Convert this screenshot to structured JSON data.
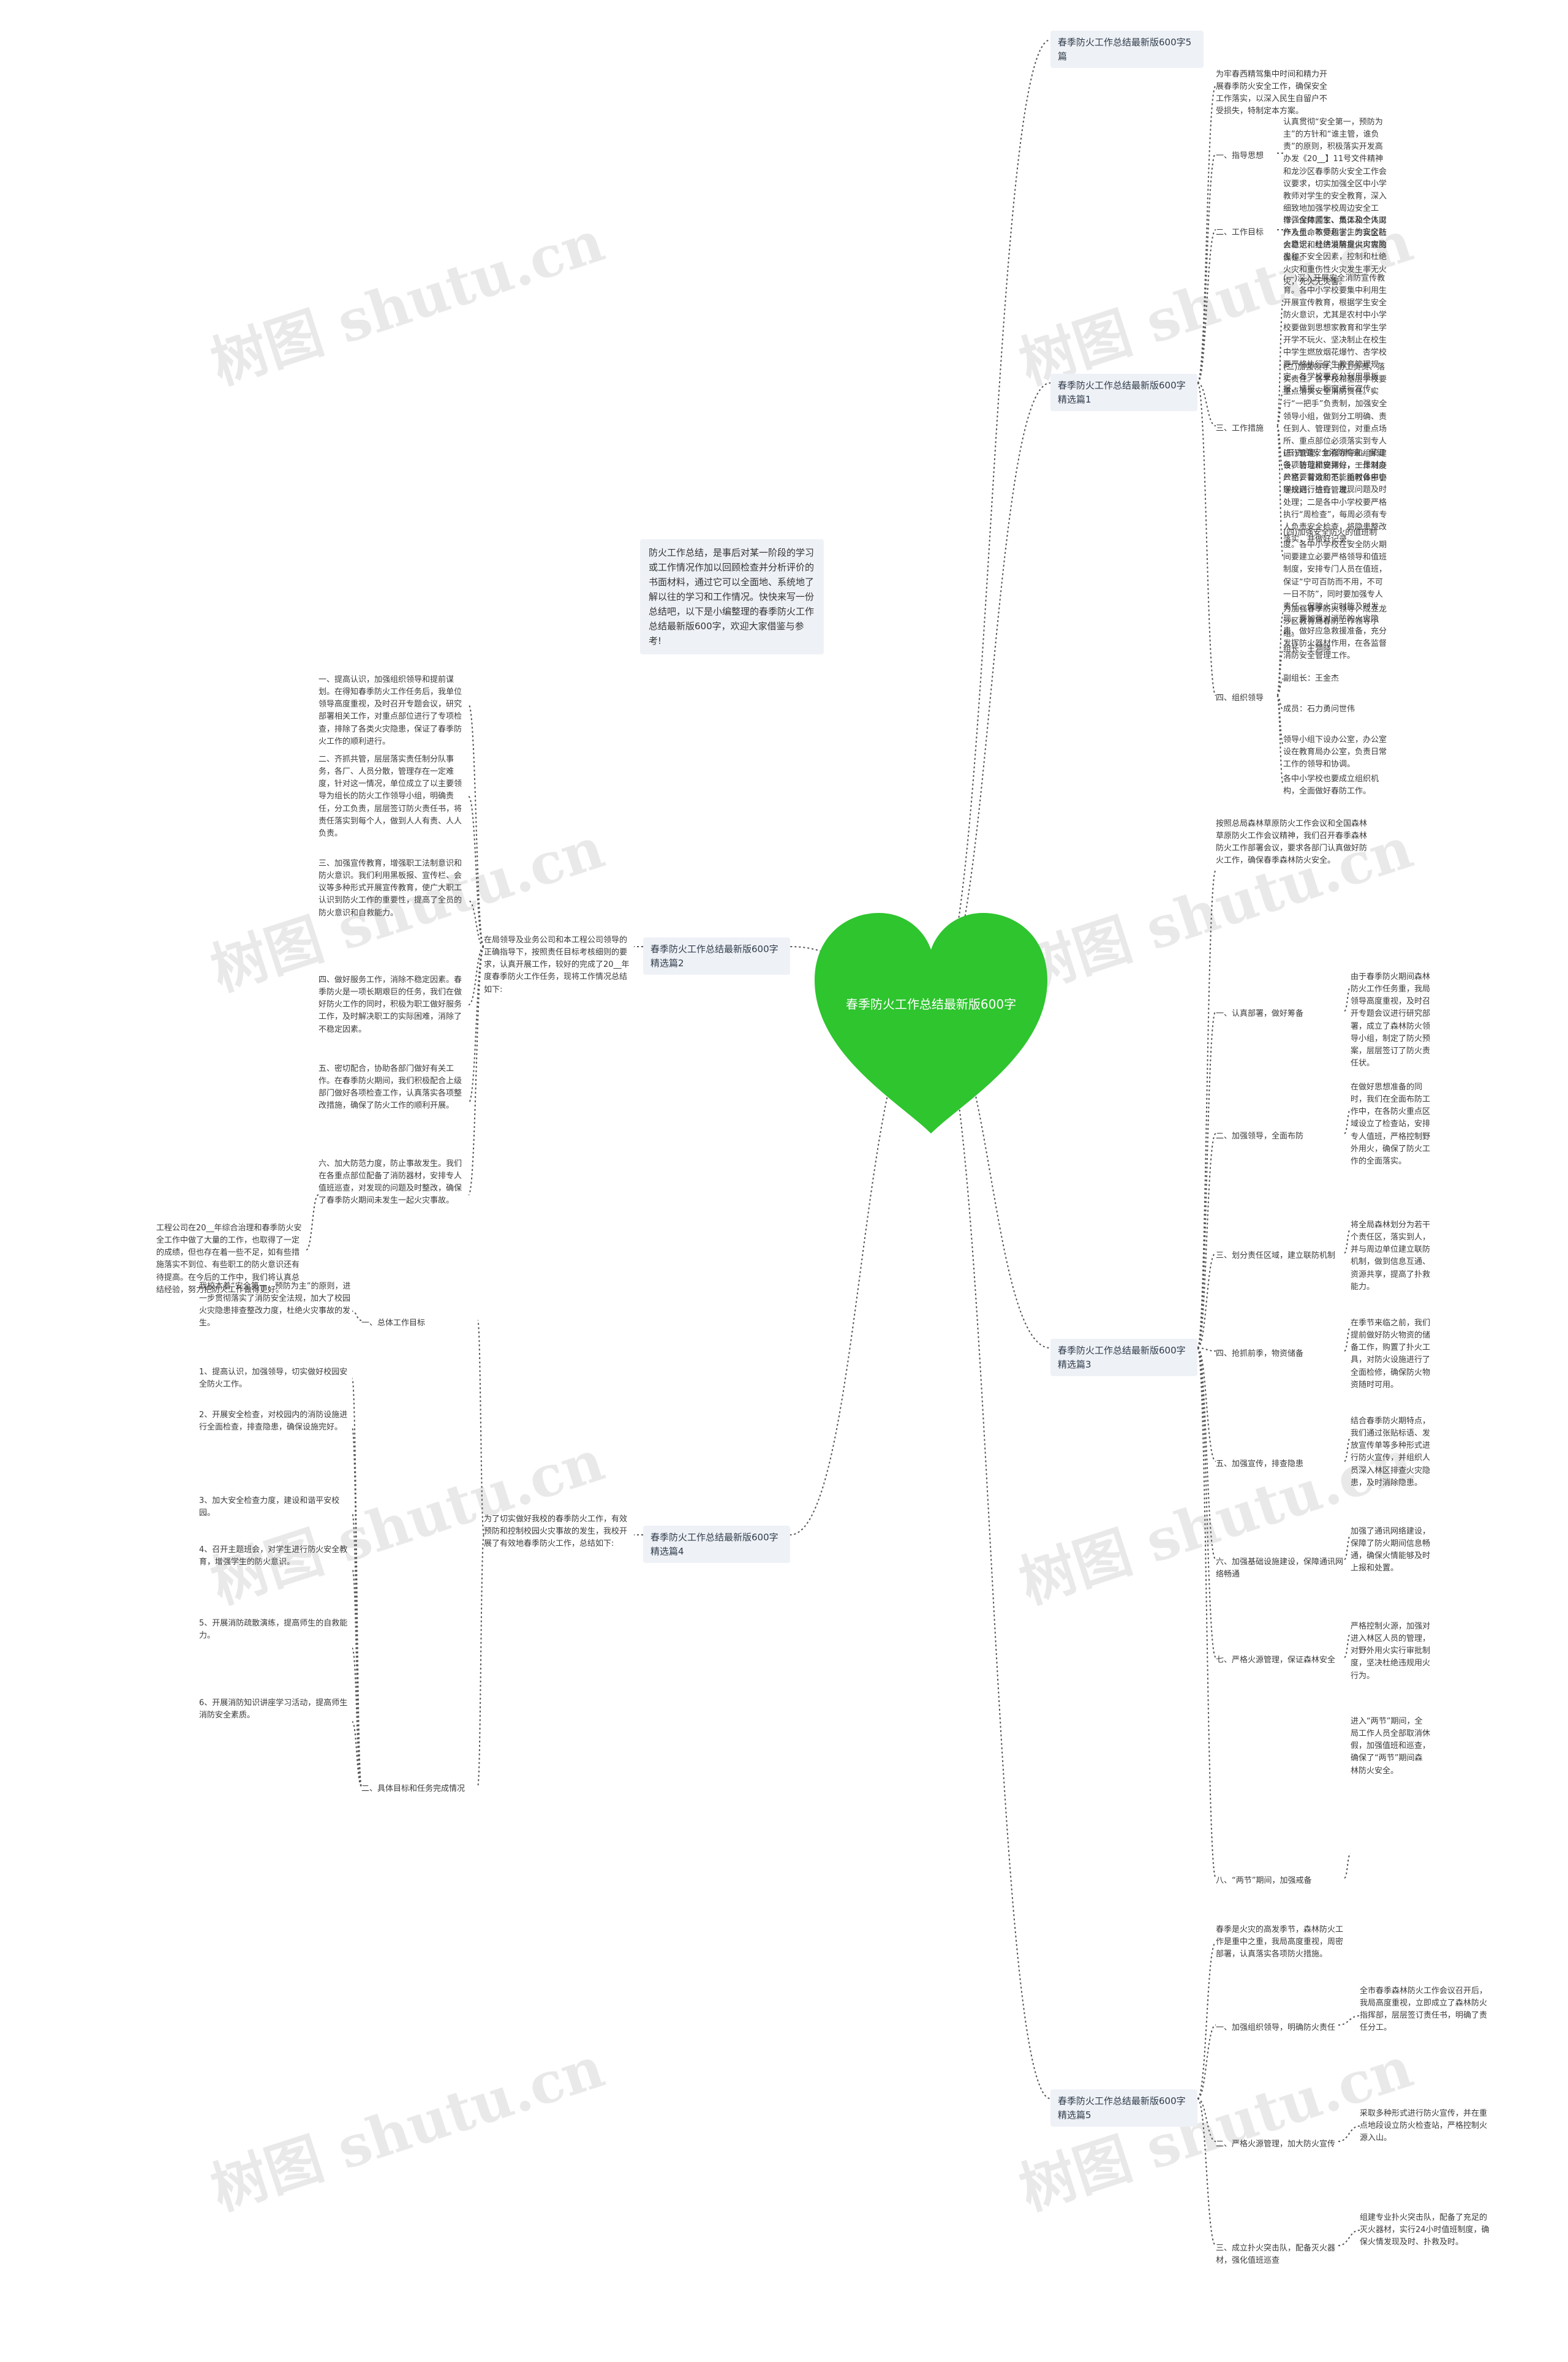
{
  "center": {
    "title": "春季防火工作总结最新版600字",
    "color": "#2ec52e"
  },
  "intro": "防火工作总结，是事后对某一阶段的学习或工作情况作加以回顾检查并分析评价的书面材料，通过它可以全面地、系统地了解以往的学习和工作情况。快快来写一份总结吧，以下是小编整理的春季防火工作总结最新版600字，欢迎大家借鉴与参考!",
  "watermark": "树图 shutu.cn",
  "branches": [
    {
      "title": "春季防火工作总结最新版600字5篇",
      "children": []
    },
    {
      "title": "春季防火工作总结最新版600字精选篇1",
      "lead": "为牢春西精驾集中时间和精力开展春季防火安全工作，确保安全工作落实，以深入民生自留户不受损失，特制定本方案。",
      "children": [
        {
          "label": "一、指导思想",
          "text": "认真贯彻“安全第一，预防为主”的方针和“谁主管，谁负责”的原则，积极落实开发高办发《20__】11号文件精神和龙沙区春季防火安全工作会议要求，切实加强全区中小学教师对学生的安全教育，深入细致地加强学校周边安全工作，保障国家、集体和个人财产及生命不受危害，为我区社会稳定和经济发展提供可靠的保证。"
        },
        {
          "label": "二、工作目标",
          "text": "增强全体师生、员工及全体工作人员、教师和学生的安全防火意识，杜绝消防意火火灾隐患和不安全因素，控制和杜绝火灾和重伤性火灾发生率无火灾，死火无灾害。"
        },
        {
          "label": "三、工作措施",
          "items": [
            "(一)深入开展安全消防宣传教育。各中小学校要集中利用生开展宣传教育，根据学生安全防火意识，尤其是农村中小学校要做到思想家教育和学生学开学不玩火、坚决制止在校生中学生燃放烟花爆竹、杏学校要严格执行学生教育管理规定。各学校要充分利用黑板报、墙报、橱窗进行宣传。",
            "(二)加强领导、协工负责、落实责任。各学校和基层学校要重点落实安全消防责任。实行“一把手”负责制，加强安全领导小组，做到分工明确、责任到人、管理到位，对重点场所、重点部位必须落实到专人进行管理；加强领导和组织建设，管理和安排好，工作制度严格，有效防范；由教体部管理规则，进行管理。",
            "(三)加强安全消防检查。保证各项防范措施到位，一是对办公室要营造和不能随时各中小学校进行检查，发现问题及时处理；二是各中小学校要严格执行“周检查”，每周必须有专人负责安全检查，将隐患整改落实，并做好记录。",
            "(四)加强安全防火的值班制度。各中小学校在安全防火期间要建立必要严格领导和值班制度，安排专门人员在值班，保证“宁可百防而不用，不可一日不防”，同时要加强专人责任，保障火灾时能及时发现，要加强对消防的火灾隐患、做好应急救援准备，充分发挥防火器材作用，在各监督消防安全管理工作。"
          ]
        },
        {
          "label": "四、组织领导",
          "items": [
            "为加强春季防火领导，成立龙沙区教育局春防工作领导小组。",
            "组长：王洞晓",
            "副组长：王金杰",
            "成员：石力勇问世伟",
            "领导小组下设办公室，办公室设在教育局办公室，负责日常工作的领导和协调。",
            "各中小学校也要成立组织机构，全面做好春防工作。"
          ]
        }
      ]
    },
    {
      "title": "春季防火工作总结最新版600字精选篇2",
      "lead": "在局领导及业务公司和本工程公司领导的正确指导下，按照责任目标考核细则的要求，认真开展工作，较好的完成了20__年度春季防火工作任务，现将工作情况总结如下:",
      "children": [
        {
          "text": "一、提高认识，加强组织领导和提前谋划。在得知春季防火工作任务后，我单位领导高度重视，及时召开专题会议，研究部署相关工作，对重点部位进行了专项检查，排除了各类火灾隐患，保证了春季防火工作的顺利进行。"
        },
        {
          "text": "二、齐抓共管，层层落实责任制分队事务，各厂、人员分散，管理存在一定难度，针对这一情况，单位成立了以主要领导为组长的防火工作领导小组，明确责任，分工负责，层层签订防火责任书，将责任落实到每个人，做到人人有责、人人负责。"
        },
        {
          "text": "三、加强宣传教育，增强职工法制意识和防火意识。我们利用黑板报、宣传栏、会议等多种形式开展宣传教育，使广大职工认识到防火工作的重要性，提高了全员的防火意识和自救能力。"
        },
        {
          "text": "四、做好服务工作，消除不稳定因素。春季防火是一项长期艰巨的任务，我们在做好防火工作的同时，积极为职工做好服务工作，及时解决职工的实际困难，消除了不稳定因素。"
        },
        {
          "text": "五、密切配合，协助各部门做好有关工作。在春季防火期间，我们积极配合上级部门做好各项检查工作，认真落实各项整改措施，确保了防火工作的顺利开展。"
        },
        {
          "text": "六、加大防范力度，防止事故发生。我们在各重点部位配备了消防器材，安排专人值班巡查，对发现的问题及时整改，确保了春季防火期间未发生一起火灾事故。"
        }
      ],
      "tail": "工程公司在20__年综合治理和春季防火安全工作中做了大量的工作，也取得了一定的成绩，但也存在着一些不足，如有些措施落实不到位、有些职工的防火意识还有待提高。在今后的工作中，我们将认真总结经验，努力把防火工作做得更好。"
    },
    {
      "title": "春季防火工作总结最新版600字精选篇3",
      "lead": "按照总局森林草原防火工作会议和全国森林草原防火工作会议精神，我们召开春季森林防火工作部署会议，要求各部门认真做好防火工作，确保春季森林防火安全。",
      "children": [
        {
          "label": "一、认真部署，做好筹备",
          "text": "由于春季防火期间森林防火工作任务重，我局领导高度重视，及时召开专题会议进行研究部署，成立了森林防火领导小组，制定了防火预案，层层签订了防火责任状。"
        },
        {
          "label": "二、加强领导，全面布防",
          "text": "在做好思想准备的同时，我们在全面布防工作中，在各防火重点区域设立了检查站，安排专人值班，严格控制野外用火，确保了防火工作的全面落实。"
        },
        {
          "label": "三、划分责任区域，建立联防机制",
          "text": "将全局森林划分为若干个责任区，落实到人，并与周边单位建立联防机制，做到信息互通、资源共享，提高了扑救能力。"
        },
        {
          "label": "四、抢抓前季，物资储备",
          "text": "在季节来临之前，我们提前做好防火物资的储备工作，购置了扑火工具，对防火设施进行了全面检修，确保防火物资随时可用。"
        },
        {
          "label": "五、加强宣传，排查隐患",
          "text": "结合春季防火期特点，我们通过张贴标语、发放宣传单等多种形式进行防火宣传，并组织人员深入林区排查火灾隐患，及时消除隐患。"
        },
        {
          "label": "六、加强基础设施建设，保障通讯网络畅通",
          "text": "加强了通讯网络建设，保障了防火期间信息畅通，确保火情能够及时上报和处置。"
        },
        {
          "label": "七、严格火源管理，保证森林安全",
          "text": "严格控制火源，加强对进入林区人员的管理，对野外用火实行审批制度，坚决杜绝违规用火行为。"
        },
        {
          "label": "八、“两节”期间，加强戒备",
          "text": "进入“两节”期间，全局工作人员全部取消休假，加强值班和巡查，确保了“两节”期间森林防火安全。"
        }
      ]
    },
    {
      "title": "春季防火工作总结最新版600字精选篇4",
      "lead": "为了切实做好我校的春季防火工作，有效预防和控制校园火灾事故的发生，我校开展了有效地春季防火工作，总结如下:",
      "children": [
        {
          "label": "一、总体工作目标",
          "text": "我校本着“安全第一，预防为主”的原则，进一步贯彻落实了消防安全法规，加大了校园火灾隐患排查整改力度，杜绝火灾事故的发生。"
        },
        {
          "label": "二、具体目标和任务完成情况",
          "items": [
            "1、提高认识，加强领导，切实做好校园安全防火工作。",
            "2、开展安全检查，对校园内的消防设施进行全面检查，排查隐患，确保设施完好。",
            "3、加大安全检查力度，建设和谐平安校园。",
            "4、召开主题班会，对学生进行防火安全教育，增强学生的防火意识。",
            "5、开展消防疏散演练，提高师生的自救能力。",
            "6、开展消防知识讲座学习活动，提高师生消防安全素质。"
          ]
        }
      ]
    },
    {
      "title": "春季防火工作总结最新版600字精选篇5",
      "lead": "春季是火灾的高发季节，森林防火工作是重中之重，我局高度重视，周密部署，认真落实各项防火措施。",
      "children": [
        {
          "label": "一、加强组织领导，明确防火责任",
          "text": "全市春季森林防火工作会议召开后，我局高度重视，立即成立了森林防火指挥部，层层签订责任书，明确了责任分工。"
        },
        {
          "label": "二、严格火源管理，加大防火宣传",
          "text": "采取多种形式进行防火宣传，并在重点地段设立防火检查站，严格控制火源入山。"
        },
        {
          "label": "三、成立扑火突击队，配备灭火器材，强化值班巡查",
          "text": "组建专业扑火突击队，配备了充足的灭火器材，实行24小时值班制度，确保火情发现及时、扑救及时。"
        }
      ]
    }
  ]
}
